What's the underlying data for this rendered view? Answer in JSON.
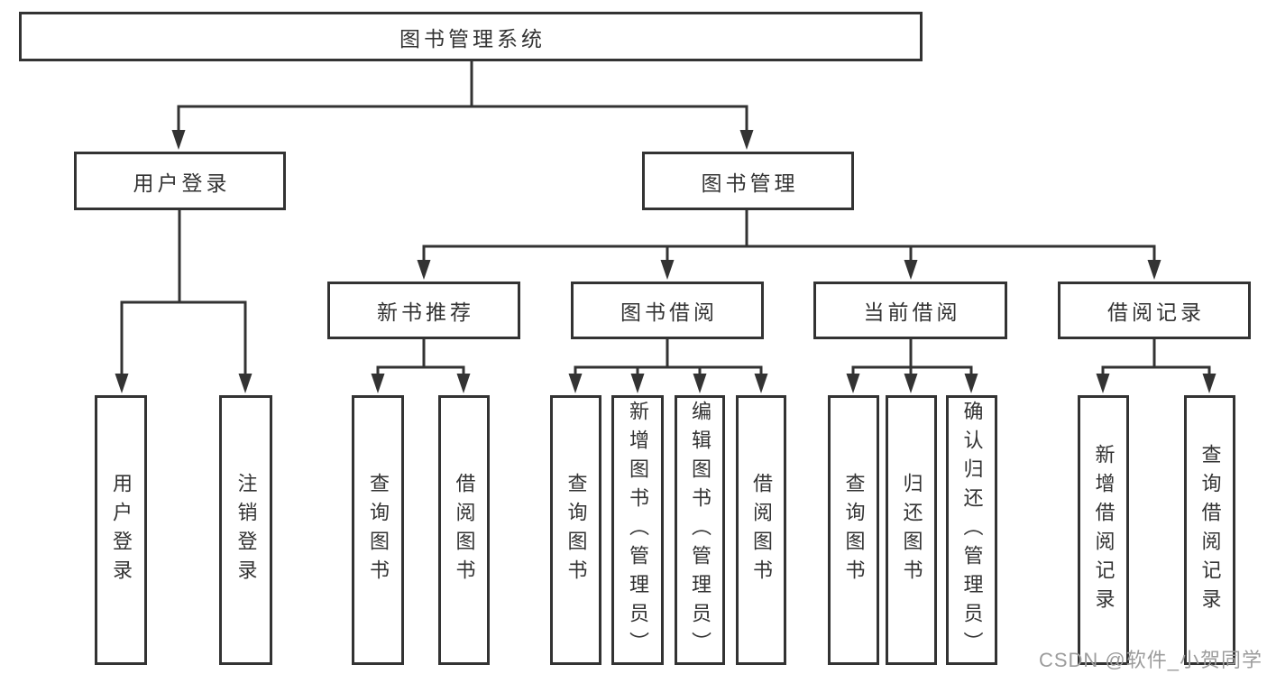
{
  "diagram": {
    "title": "图书管理系统",
    "colors": {
      "line": "#333333",
      "node_border": "#333333",
      "node_text": "#333333",
      "background": "#ffffff",
      "watermark": "#9c9c9c"
    },
    "watermark": "CSDN @软件_小贺同学",
    "nodes": {
      "root": {
        "label": "图书管理系统"
      },
      "user_login": {
        "label": "用户登录"
      },
      "book_mgmt": {
        "label": "图书管理"
      },
      "new_book_rec": {
        "label": "新书推荐"
      },
      "book_borrow": {
        "label": "图书借阅"
      },
      "current_borrow": {
        "label": "当前借阅"
      },
      "borrow_records": {
        "label": "借阅记录"
      },
      "leaf_user_login": {
        "label": "用户登录"
      },
      "leaf_logout": {
        "label": "注销登录"
      },
      "leaf_query_book_rec": {
        "label": "查询图书"
      },
      "leaf_borrow_book_rec": {
        "label": "借阅图书"
      },
      "leaf_query_book_borrow": {
        "label": "查询图书"
      },
      "leaf_add_book_admin": {
        "label": "新增图书（管理员）"
      },
      "leaf_edit_book_admin": {
        "label": "编辑图书（管理员）"
      },
      "leaf_borrow_book_borrow": {
        "label": "借阅图书"
      },
      "leaf_query_book_current": {
        "label": "查询图书"
      },
      "leaf_return_book": {
        "label": "归还图书"
      },
      "leaf_confirm_return_admin": {
        "label": "确认归还（管理员）"
      },
      "leaf_add_borrow_record": {
        "label": "新增借阅记录"
      },
      "leaf_query_borrow_record": {
        "label": "查询借阅记录"
      }
    },
    "hierarchy": {
      "图书管理系统": {
        "用户登录": [
          "用户登录",
          "注销登录"
        ],
        "图书管理": {
          "新书推荐": [
            "查询图书",
            "借阅图书"
          ],
          "图书借阅": [
            "查询图书",
            "新增图书（管理员）",
            "编辑图书（管理员）",
            "借阅图书"
          ],
          "当前借阅": [
            "查询图书",
            "归还图书",
            "确认归还（管理员）"
          ],
          "借阅记录": [
            "新增借阅记录",
            "查询借阅记录"
          ]
        }
      }
    }
  }
}
